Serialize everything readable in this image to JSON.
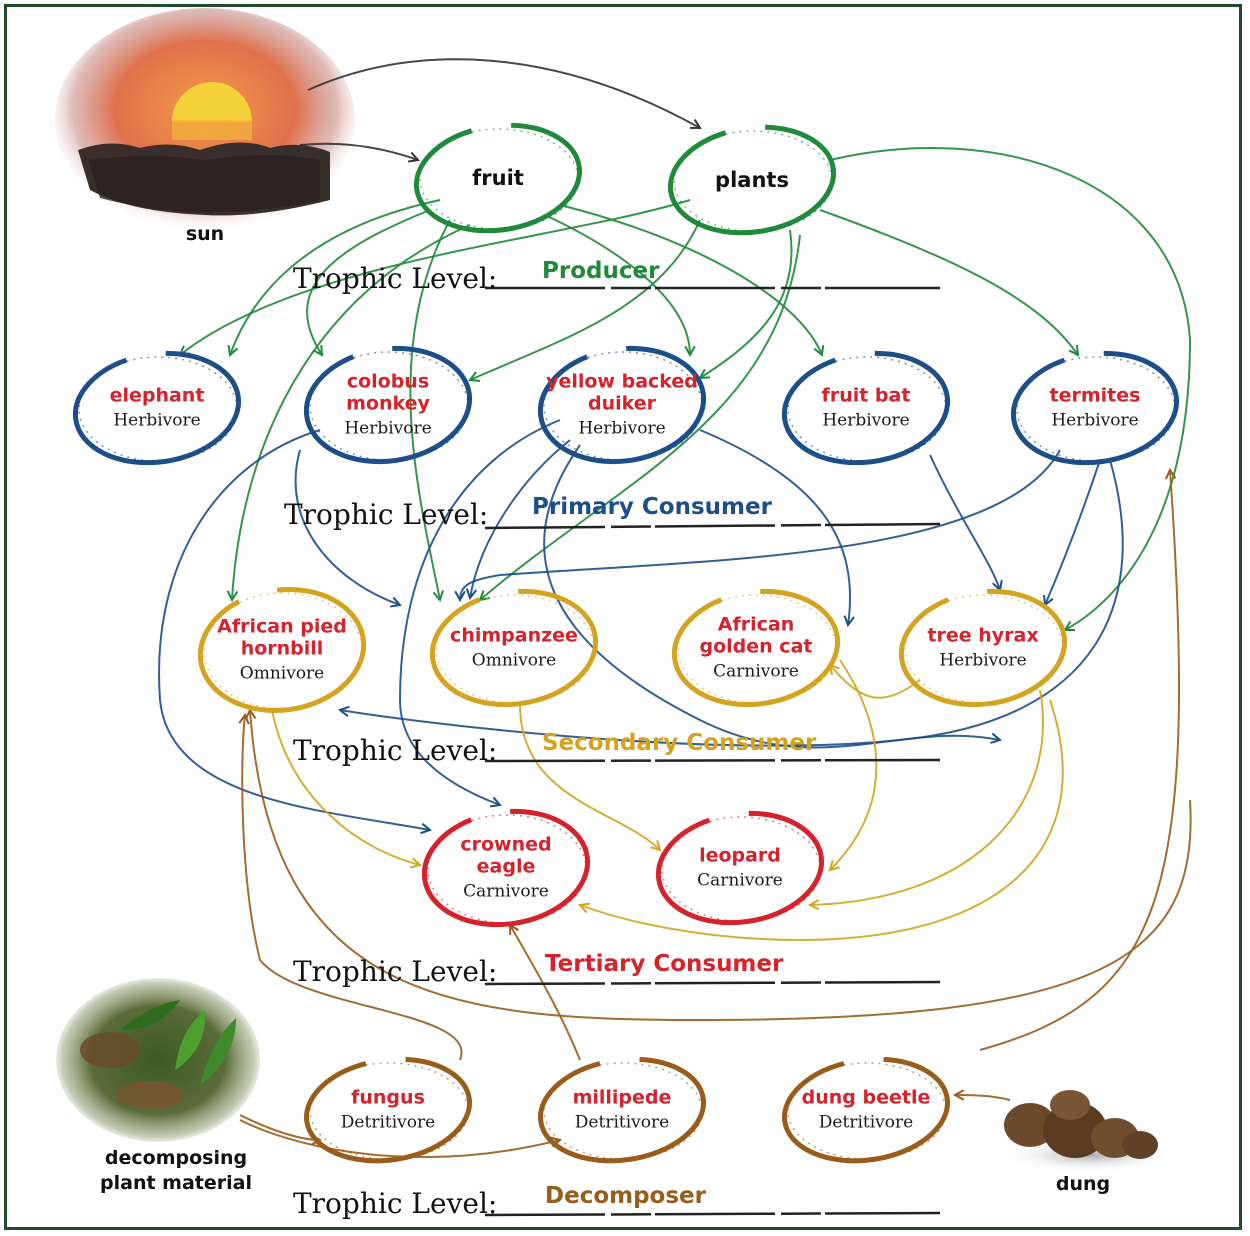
{
  "colors": {
    "producer": "#1e8a3a",
    "primary": "#1c4f8a",
    "secondary": "#d4a421",
    "tertiary": "#d6222b",
    "decomposer": "#9a5c1a",
    "name_red": "#d6222b"
  },
  "images": {
    "sun": "sun-photo",
    "decomposing": "leaf-litter-photo",
    "dung": "dung-photo"
  },
  "captions": {
    "sun": "sun",
    "decomposing": "decomposing plant material",
    "dung": "dung"
  },
  "producers": [
    {
      "id": "fruit",
      "name": "fruit"
    },
    {
      "id": "plants",
      "name": "plants"
    }
  ],
  "organisms": [
    {
      "id": "elephant",
      "name": "elephant",
      "role": "Herbivore",
      "level": "primary"
    },
    {
      "id": "colobus",
      "name": "colobus monkey",
      "role": "Herbivore",
      "level": "primary"
    },
    {
      "id": "duiker",
      "name": "yellow backed duiker",
      "role": "Herbivore",
      "level": "primary"
    },
    {
      "id": "fruitbat",
      "name": "fruit bat",
      "role": "Herbivore",
      "level": "primary"
    },
    {
      "id": "termites",
      "name": "termites",
      "role": "Herbivore",
      "level": "primary"
    },
    {
      "id": "hornbill",
      "name": "African pied hornbill",
      "role": "Omnivore",
      "level": "secondary"
    },
    {
      "id": "chimp",
      "name": "chimpanzee",
      "role": "Omnivore",
      "level": "secondary"
    },
    {
      "id": "goldencat",
      "name": "African golden cat",
      "role": "Carnivore",
      "level": "secondary"
    },
    {
      "id": "hyrax",
      "name": "tree hyrax",
      "role": "Herbivore",
      "level": "secondary"
    },
    {
      "id": "eagle",
      "name": "crowned eagle",
      "role": "Carnivore",
      "level": "tertiary"
    },
    {
      "id": "leopard",
      "name": "leopard",
      "role": "Carnivore",
      "level": "tertiary"
    },
    {
      "id": "fungus",
      "name": "fungus",
      "role": "Detritivore",
      "level": "decomposer"
    },
    {
      "id": "millipede",
      "name": "millipede",
      "role": "Detritivore",
      "level": "decomposer"
    },
    {
      "id": "dungbeetle",
      "name": "dung beetle",
      "role": "Detritivore",
      "level": "decomposer"
    }
  ],
  "trophic_levels": [
    {
      "id": "producer",
      "prefix": "Trophic Level:",
      "name": "Producer"
    },
    {
      "id": "primary",
      "prefix": "Trophic Level:",
      "name": "Primary Consumer"
    },
    {
      "id": "secondary",
      "prefix": "Trophic Level:",
      "name": "Secondary Consumer"
    },
    {
      "id": "tertiary",
      "prefix": "Trophic Level:",
      "name": "Tertiary Consumer"
    },
    {
      "id": "decomposer",
      "prefix": "Trophic Level:",
      "name": "Decomposer"
    }
  ]
}
